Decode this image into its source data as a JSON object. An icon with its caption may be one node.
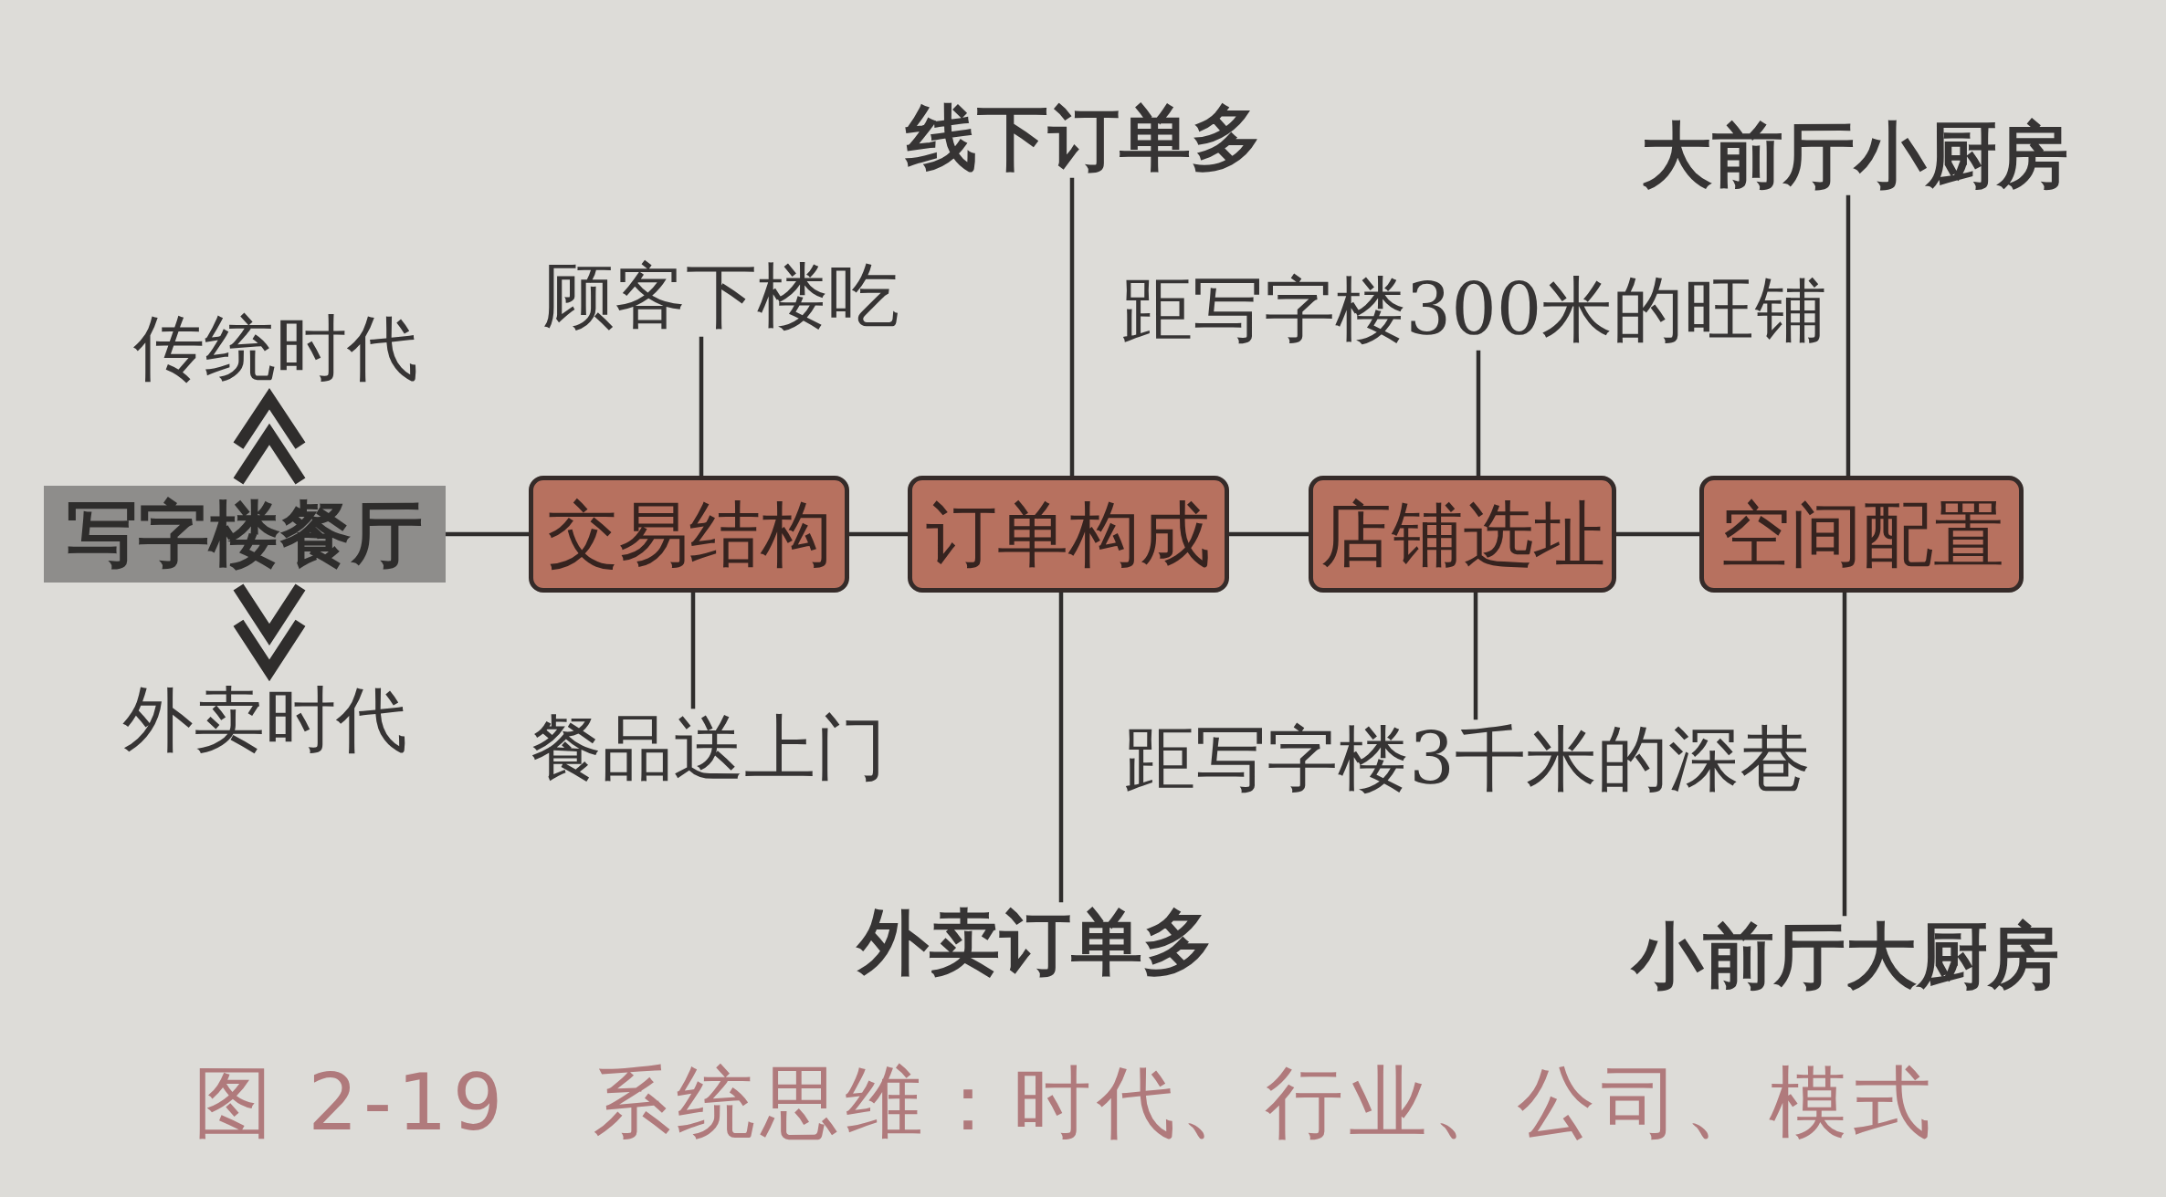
{
  "diagram": {
    "caption": "图 2-19　系统思维：时代、行业、公司、模式",
    "nodes": [
      {
        "text": [
          "传统时代"
        ]
      },
      {
        "text": [
          "写字楼餐厅"
        ]
      },
      {
        "text": [
          "外卖时代"
        ]
      },
      {
        "text": [
          "顾客下楼吃"
        ]
      },
      {
        "text": [
          "交易结构"
        ]
      },
      {
        "text": [
          "餐品送上门"
        ]
      },
      {
        "text": [
          "线下订单多"
        ]
      },
      {
        "text": [
          "订单构成"
        ]
      },
      {
        "text": [
          "外卖订单多"
        ]
      },
      {
        "text": [
          "距写字楼300米的旺铺"
        ]
      },
      {
        "text": [
          "店铺选址"
        ]
      },
      {
        "text": [
          "距写字楼3千米的深巷"
        ]
      },
      {
        "text": [
          "大前厅小厨房"
        ]
      },
      {
        "text": [
          "空间配置"
        ]
      },
      {
        "text": [
          "小前厅大厨房"
        ]
      }
    ],
    "edges": [
      {
        "from": 1,
        "to": 0,
        "arrow": "to",
        "style": "thick"
      },
      {
        "from": 1,
        "to": 2,
        "arrow": "to",
        "style": "thick"
      },
      {
        "from": 1,
        "to": 4,
        "arrow": "none"
      },
      {
        "from": 4,
        "to": 3,
        "arrow": "none"
      },
      {
        "from": 4,
        "to": 5,
        "arrow": "none"
      },
      {
        "from": 4,
        "to": 7,
        "arrow": "none"
      },
      {
        "from": 7,
        "to": 6,
        "arrow": "none"
      },
      {
        "from": 7,
        "to": 8,
        "arrow": "none"
      },
      {
        "from": 7,
        "to": 10,
        "arrow": "none"
      },
      {
        "from": 10,
        "to": 9,
        "arrow": "none"
      },
      {
        "from": 10,
        "to": 11,
        "arrow": "none"
      },
      {
        "from": 10,
        "to": 13,
        "arrow": "none"
      },
      {
        "from": 13,
        "to": 12,
        "arrow": "none"
      },
      {
        "from": 13,
        "to": 14,
        "arrow": "none"
      }
    ]
  }
}
